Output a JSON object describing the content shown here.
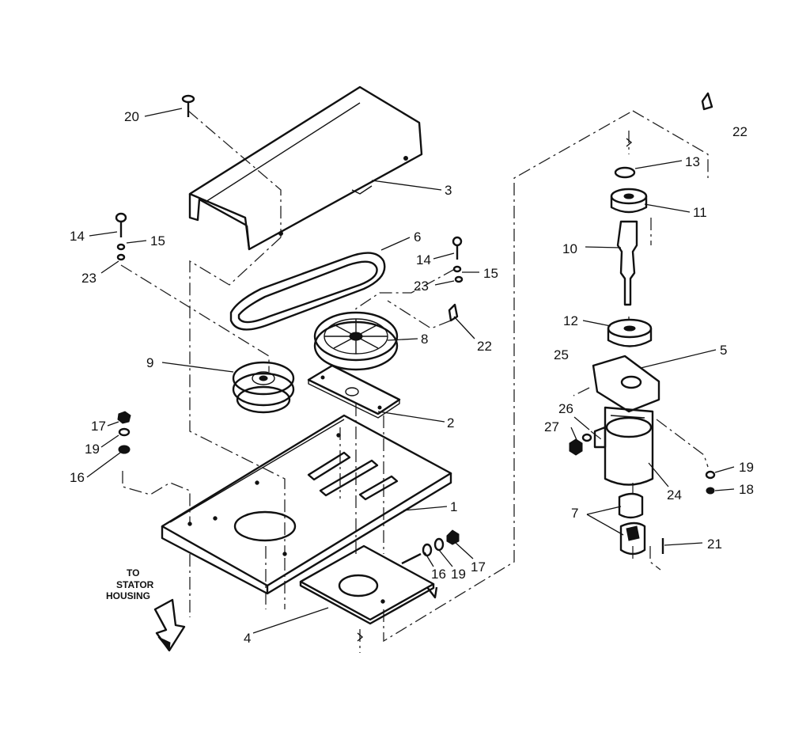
{
  "callouts": {
    "c20": "20",
    "c3": "3",
    "c14a": "14",
    "c15a": "15",
    "c23a": "23",
    "c6": "6",
    "c14b": "14",
    "c15b": "15",
    "c23b": "23",
    "c22b": "22",
    "c8": "8",
    "c9": "9",
    "c2": "2",
    "c17a": "17",
    "c19a": "19",
    "c16a": "16",
    "c1": "1",
    "c16b": "16",
    "c19b": "19",
    "c17b": "17",
    "c4": "4",
    "c22a": "22",
    "c13": "13",
    "c11": "11",
    "c10": "10",
    "c12": "12",
    "c25": "25",
    "c5": "5",
    "c26": "26",
    "c27": "27",
    "c24": "24",
    "c19c": "19",
    "c18": "18",
    "c7": "7",
    "c21": "21"
  },
  "note": {
    "line1": "TO",
    "line2": "STATOR",
    "line3": "HOUSING"
  }
}
